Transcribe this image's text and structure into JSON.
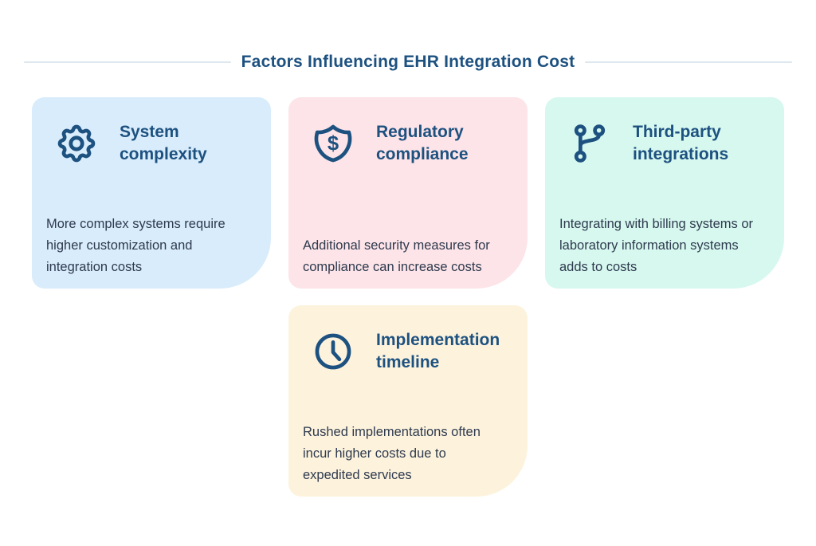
{
  "header": {
    "title": "Factors Influencing EHR Integration Cost"
  },
  "palette": {
    "accent_navy": "#1d5180",
    "body_text": "#2e3a4e",
    "divider": "#dde8f0",
    "card_blue": "#d8ecfb",
    "card_pink": "#fde4e8",
    "card_teal": "#d7f8ef",
    "card_cream": "#fdf3dd"
  },
  "icons": {
    "dollar_glyph": "$"
  },
  "cards": [
    {
      "icon": "gear-icon",
      "title": "System complexity",
      "body_lines": [
        "More complex systems require",
        "higher customization and",
        "integration costs"
      ]
    },
    {
      "icon": "shield-dollar-icon",
      "title": "Regulatory compliance",
      "body_lines": [
        "Additional security measures for",
        "compliance can increase costs"
      ]
    },
    {
      "icon": "git-branch-icon",
      "title": "Third-party integrations",
      "body_lines": [
        "Integrating with billing systems or",
        "laboratory information systems",
        "adds to costs"
      ]
    },
    {
      "icon": "clock-icon",
      "title": "Implementation timeline",
      "body_lines": [
        "Rushed implementations often",
        "incur higher costs due to",
        "expedited services"
      ]
    }
  ]
}
